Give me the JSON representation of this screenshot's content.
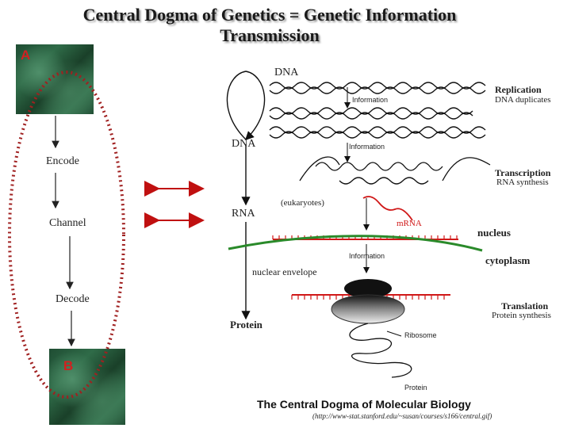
{
  "title": {
    "line1": "Central Dogma of Genetics  = Genetic Information",
    "line2": "Transmission"
  },
  "channel_model": {
    "source_label": "A",
    "encode_label": "Encode",
    "channel_label": "Channel",
    "decode_label": "Decode",
    "sink_label": "B"
  },
  "biology": {
    "dna_top": "DNA",
    "dna_left": "DNA",
    "rna_left": "RNA",
    "protein_left": "Protein",
    "information_1": "Information",
    "information_2": "Information",
    "information_3": "Information",
    "eukaryotes": "(eukaryotes)",
    "mrna": "mRNA",
    "nucleus": "nucleus",
    "cytoplasm": "cytoplasm",
    "nuclear_envelope": "nuclear envelope",
    "ribosome": "Ribosome",
    "protein_bottom": "Protein",
    "replication_title": "Replication",
    "replication_sub": "DNA duplicates",
    "transcription_title": "Transcription",
    "transcription_sub": "RNA synthesis",
    "translation_title": "Translation",
    "translation_sub": "Protein synthesis",
    "caption": "The Central Dogma of Molecular Biology",
    "source_url": "(http://www-stat.stanford.edu/~susan/courses/s166/central.gif)"
  },
  "colors": {
    "dotted_ellipse": "#a02020",
    "arrow": "#c01010",
    "mrna": "#d01818",
    "envelope": "#2a8a2a",
    "marble": "#2f6b48",
    "letter": "#d32020"
  }
}
